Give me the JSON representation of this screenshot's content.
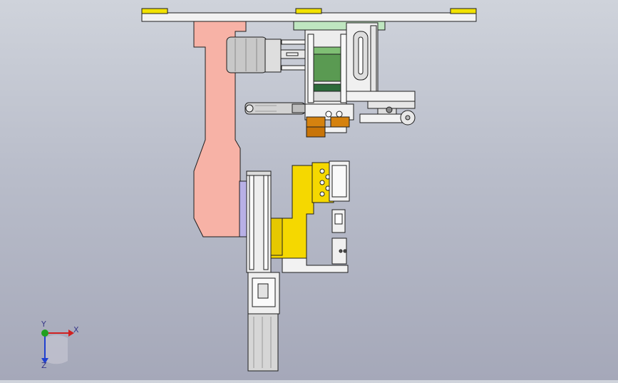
{
  "viewport": {
    "model": "mechanism-assembly",
    "colors": {
      "background_top": "#cfd3db",
      "background_bottom": "#a5a8b9",
      "plate": "#f2f2f2",
      "outline": "#1e1e1e",
      "yellow_pad": "#f2e200",
      "salmon_bracket": "#f7b2a6",
      "gold_block": "#f5d800",
      "orange_gripper": "#d5820f",
      "green_block": "#5a9a52",
      "lavender_plate": "#b8b0e6",
      "motor_gray": "#c8c8c8"
    }
  },
  "triad": {
    "x_label": "X",
    "y_label": "Y",
    "z_label": "Z",
    "x_color": "#d02020",
    "y_color": "#20a020",
    "z_color": "#2040d0"
  }
}
